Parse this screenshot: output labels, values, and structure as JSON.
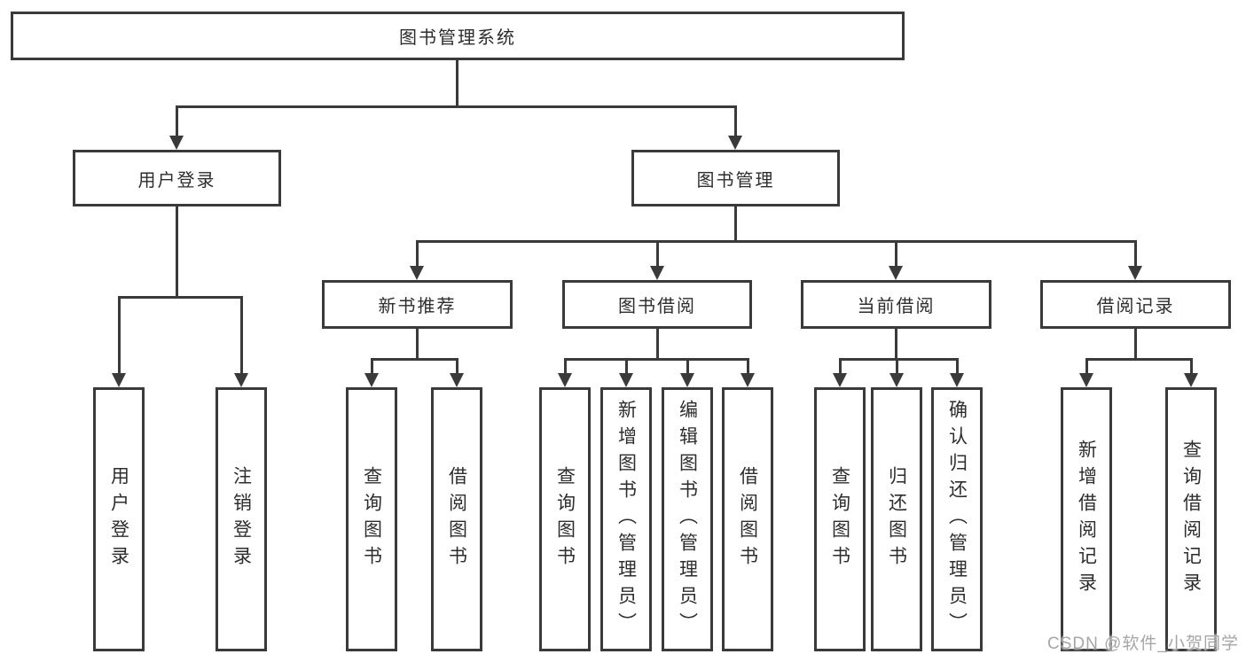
{
  "diagram": {
    "root": {
      "label": "图书管理系统"
    },
    "level2": [
      {
        "label": "用户登录"
      },
      {
        "label": "图书管理"
      }
    ],
    "level3": [
      {
        "label": "新书推荐"
      },
      {
        "label": "图书借阅"
      },
      {
        "label": "当前借阅"
      },
      {
        "label": "借阅记录"
      }
    ],
    "leaves": {
      "user_login": [
        "用户登录",
        "注销登录"
      ],
      "new_book": [
        "查询图书",
        "借阅图书"
      ],
      "book_borrow": [
        "查询图书",
        "新增图书（管理员）",
        "编辑图书（管理员）",
        "借阅图书"
      ],
      "current_borrow": [
        "查询图书",
        "归还图书",
        "确认归还（管理员）"
      ],
      "borrow_records": [
        "新增借阅记录",
        "查询借阅记录"
      ]
    }
  },
  "watermark": {
    "text": "CSDN @软件_小贺同学"
  },
  "colors": {
    "line": "#3a3a3a",
    "text": "#2d2d2d",
    "watermark": "#a6a6a6",
    "background": "#ffffff"
  }
}
